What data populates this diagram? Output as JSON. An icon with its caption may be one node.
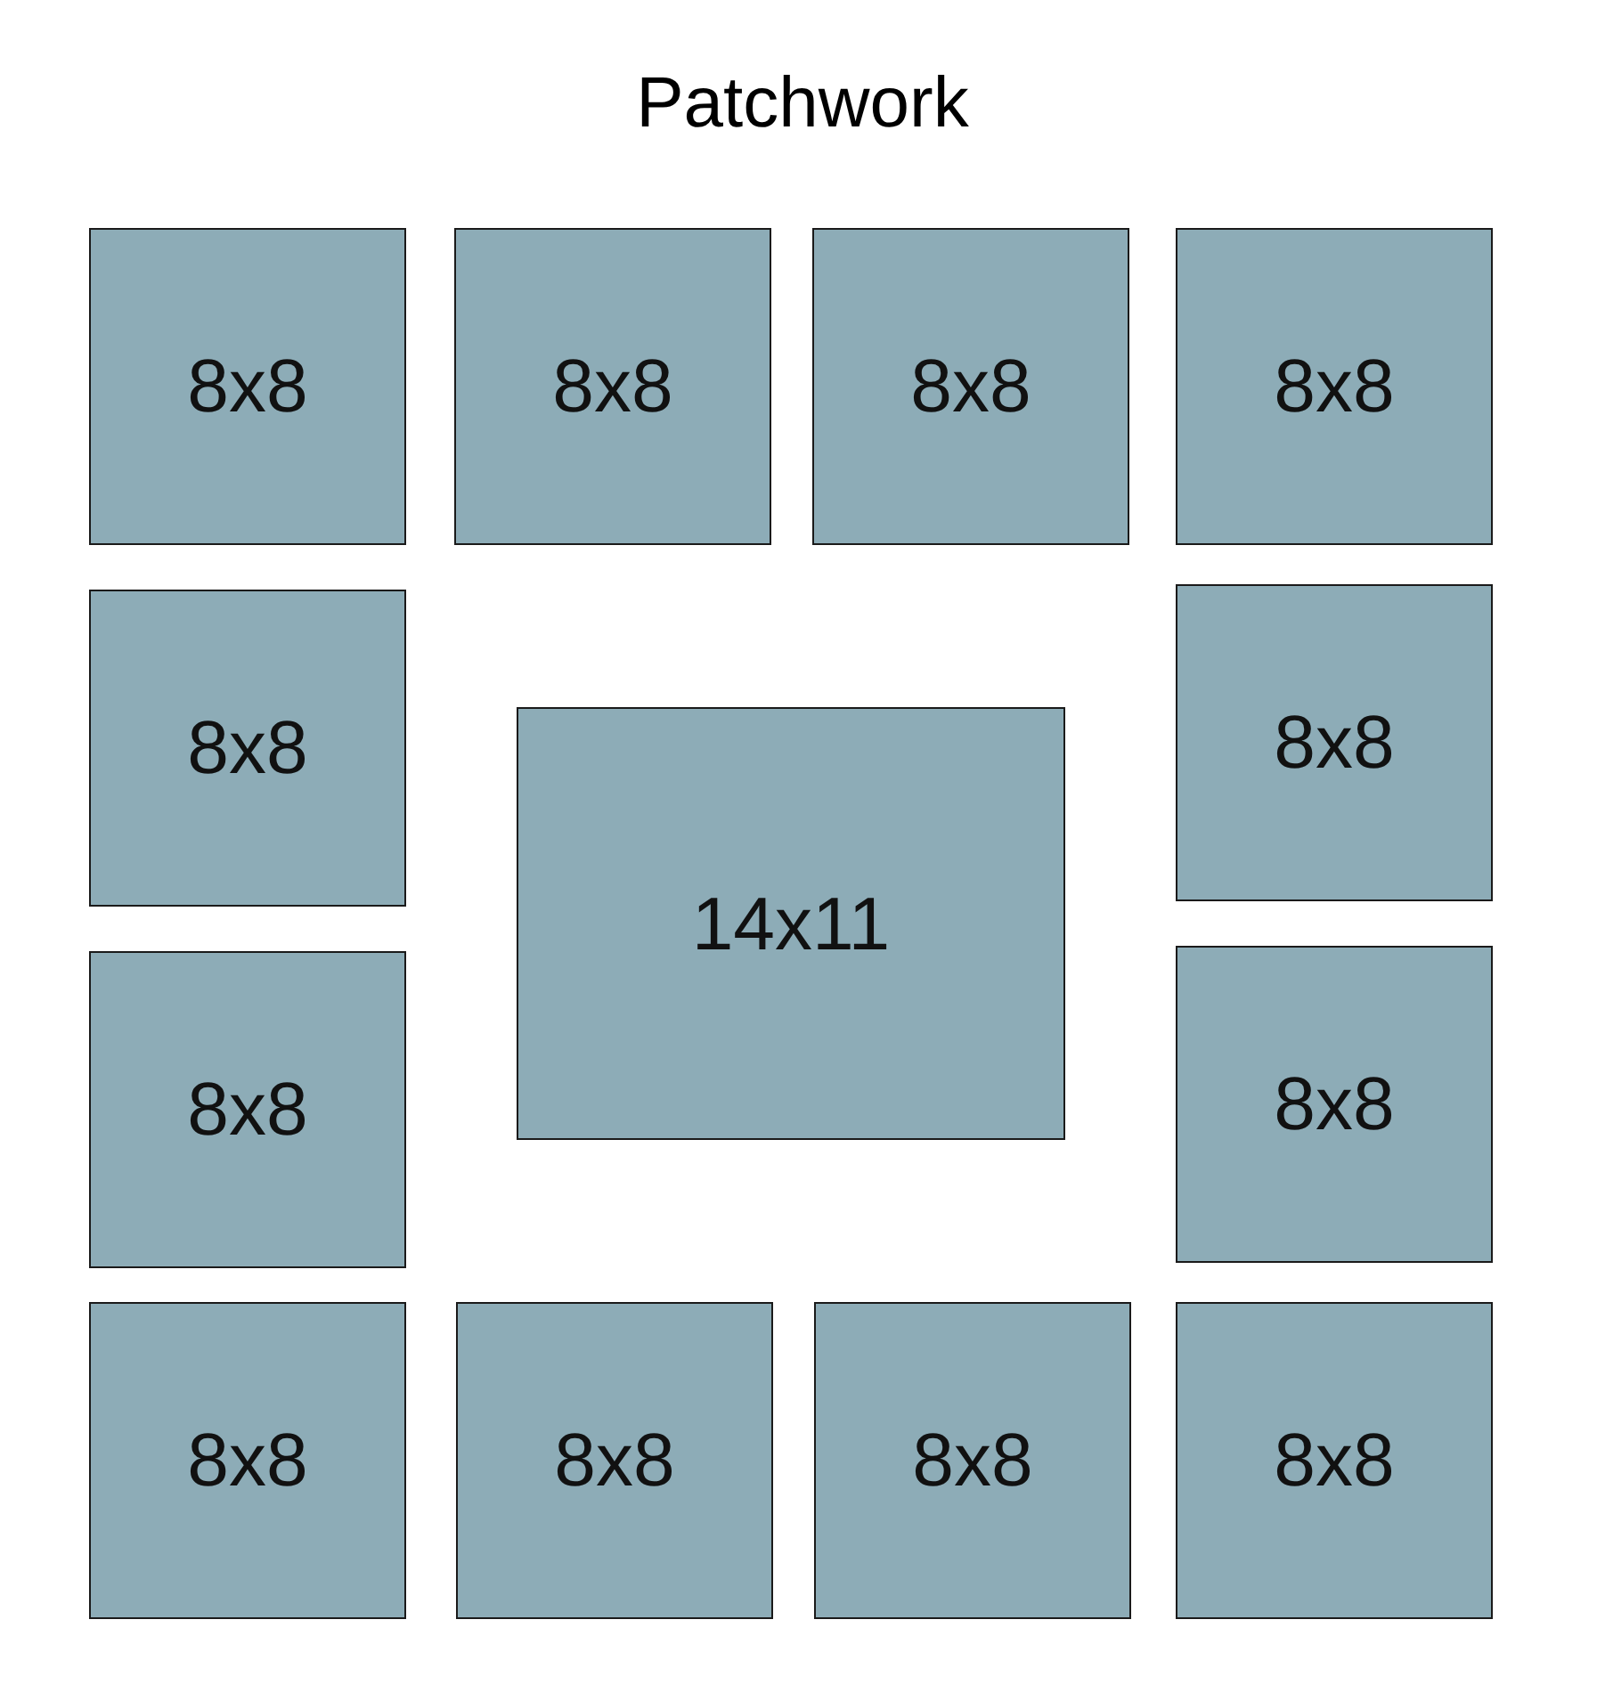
{
  "diagram": {
    "title": "Patchwork",
    "nodes": [
      {
        "text": [
          "8x8"
        ]
      },
      {
        "text": [
          "8x8"
        ]
      },
      {
        "text": [
          "8x8"
        ]
      },
      {
        "text": [
          "8x8"
        ]
      },
      {
        "text": [
          "8x8"
        ]
      },
      {
        "text": [
          "8x8"
        ]
      },
      {
        "text": [
          "14x11"
        ]
      },
      {
        "text": [
          "8x8"
        ]
      },
      {
        "text": [
          "8x8"
        ]
      },
      {
        "text": [
          "8x8"
        ]
      },
      {
        "text": [
          "8x8"
        ]
      },
      {
        "text": [
          "8x8"
        ]
      },
      {
        "text": [
          "8x8"
        ]
      }
    ]
  }
}
